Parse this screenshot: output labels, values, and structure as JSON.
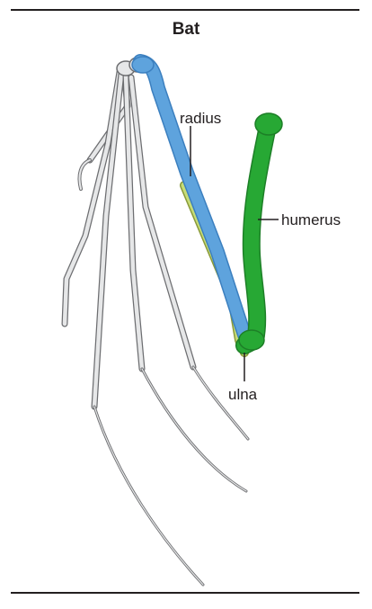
{
  "title": "Bat",
  "labels": {
    "radius": "radius",
    "humerus": "humerus",
    "ulna": "ulna"
  },
  "colors": {
    "radius": "#5ea3dd",
    "humerus": "#27a834",
    "ulna": "#c7dd77",
    "bone_fill": "#e6e7e8",
    "bone_outline": "#6d6e71",
    "rule": "#231f20"
  }
}
